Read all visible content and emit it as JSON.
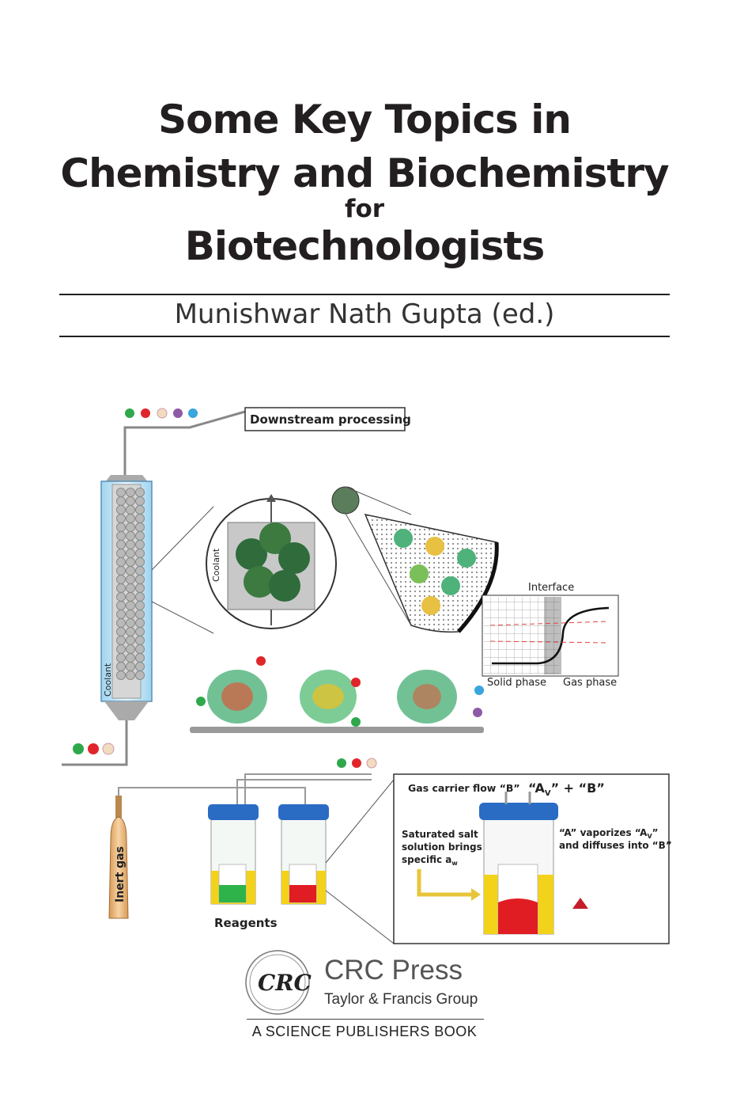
{
  "book": {
    "title_line1": "Some Key Topics in",
    "title_line2": "Chemistry and Biochemistry",
    "title_line3": "for",
    "title_line4": "Biotechnologists",
    "author": "Munishwar Nath Gupta (ed.)"
  },
  "figure": {
    "downstream_label": "Downstream processing",
    "coolant_label": "Coolant",
    "coolant_label_2": "Coolant",
    "interface_label": "Interface",
    "solid_phase_label": "Solid phase",
    "gas_phase_label": "Gas phase",
    "inert_gas_label": "Inert gas",
    "reagents_label": "Reagents",
    "gas_carrier_label": "Gas carrier flow “B”",
    "av_b_label": "“A",
    "av_sub": "V",
    "av_b_suffix": "” + “B”",
    "salt_line1": "Saturated salt",
    "salt_line2": "solution brings",
    "salt_line3": "specific a",
    "salt_sub": "w",
    "vaporize_line1": "“A” vaporizes “A",
    "vaporize_sub": "V",
    "vaporize_line1_end": "”",
    "vaporize_line2": "and diffuses into “B”"
  },
  "publisher": {
    "logo_text": "CRC",
    "name": "CRC Press",
    "group": "Taylor & Francis Group",
    "imprint": "A SCIENCE PUBLISHERS BOOK"
  },
  "colors": {
    "title": "#231f20",
    "cap_blue": "#2a6cc4",
    "liquid_yellow": "#f3d21a",
    "liquid_green": "#2db34a",
    "liquid_red": "#e11d24"
  }
}
